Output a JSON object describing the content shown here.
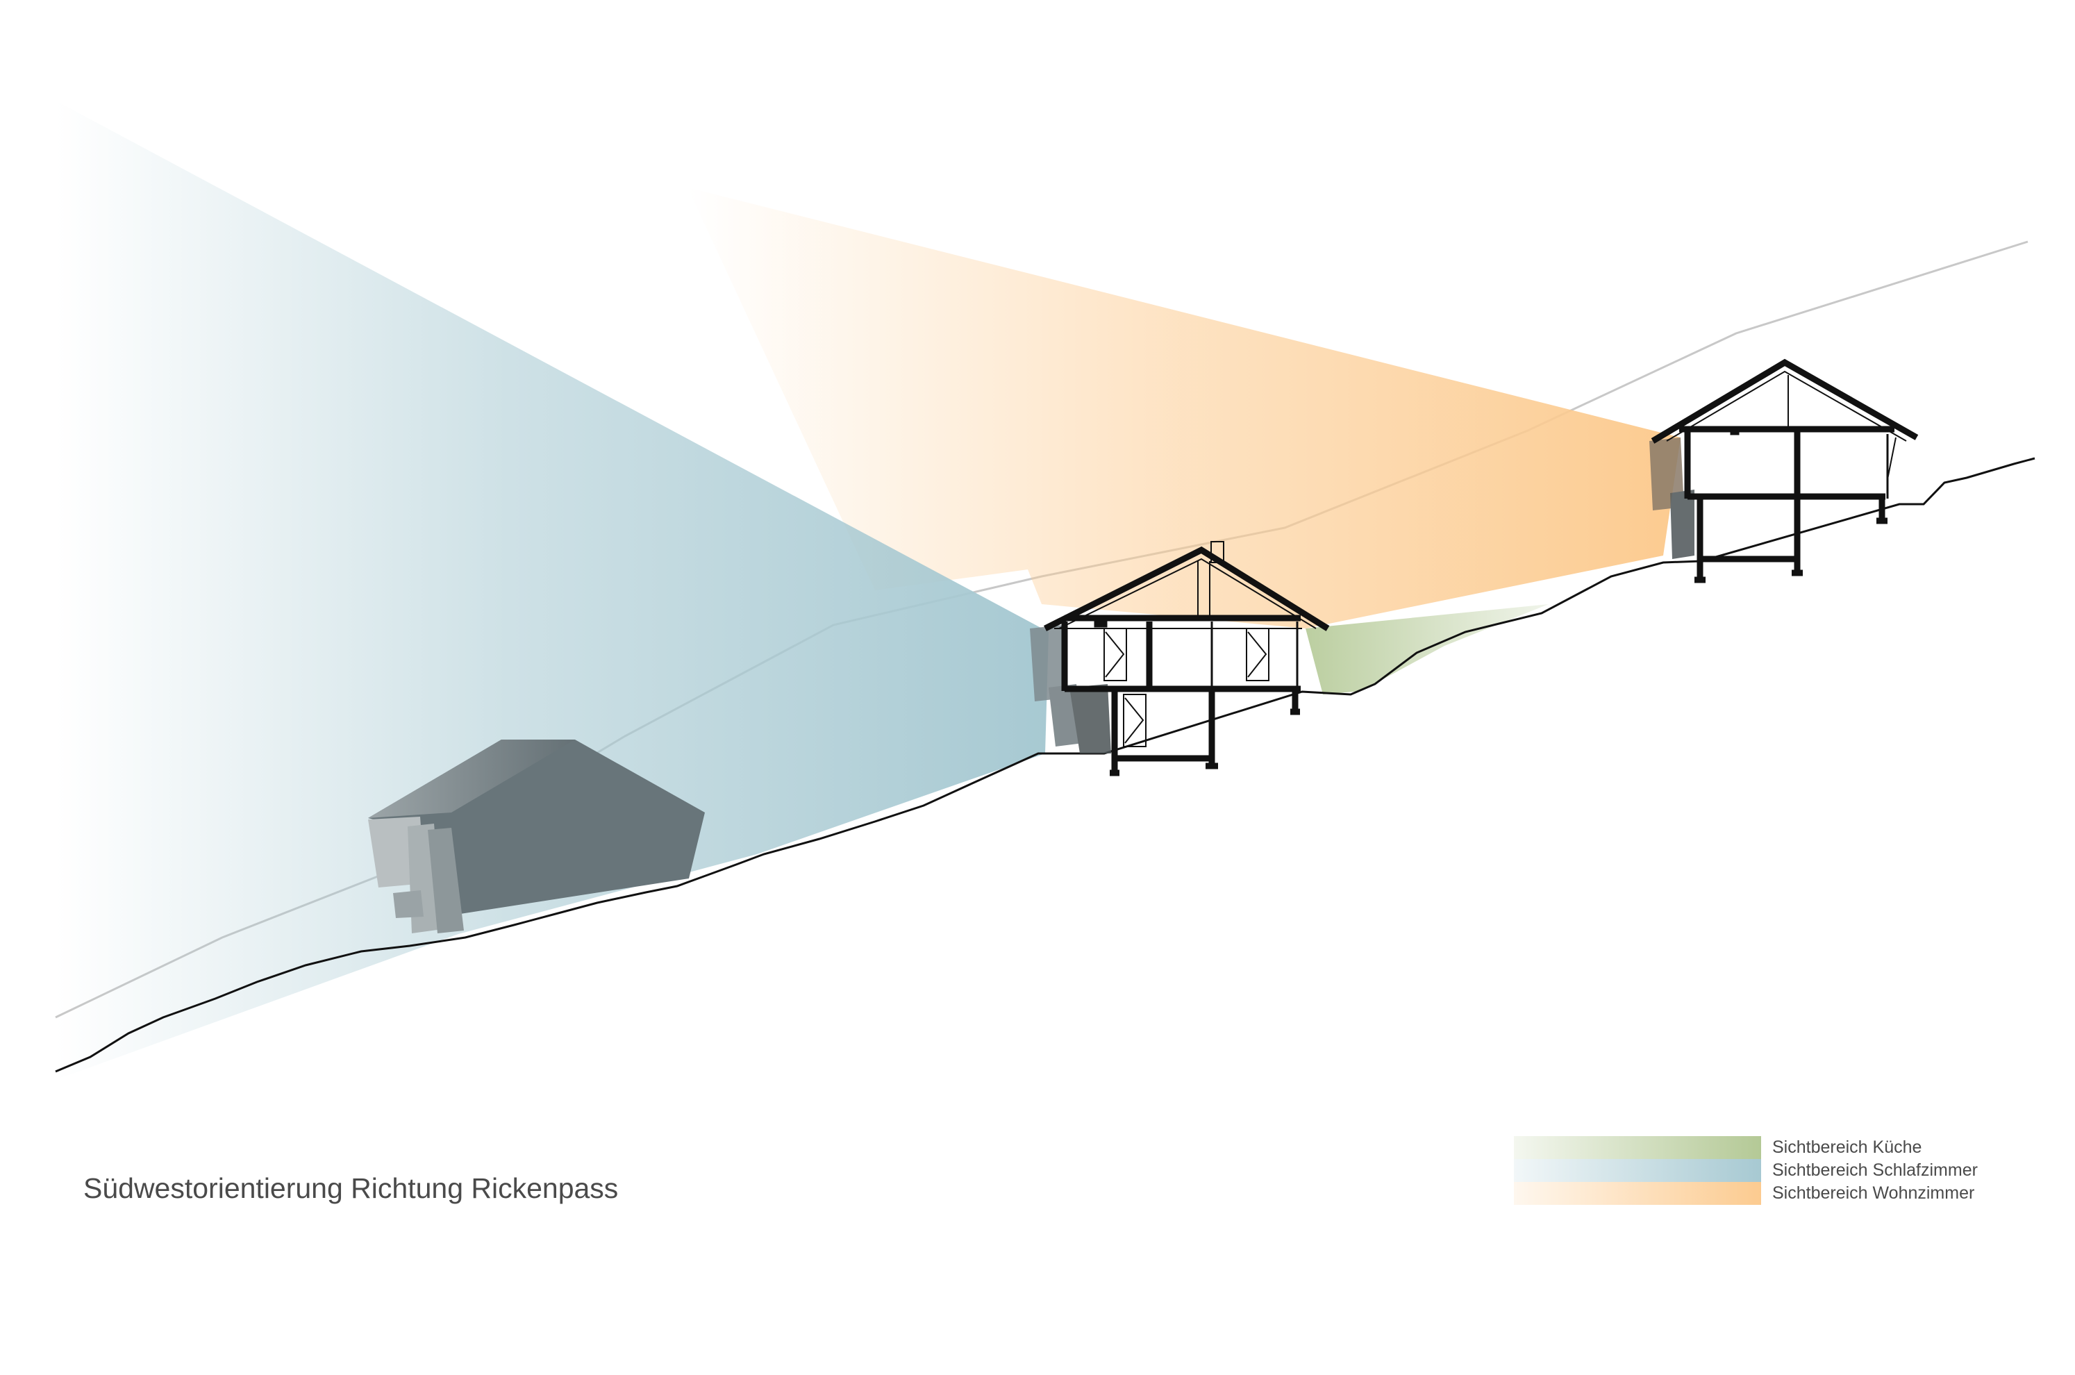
{
  "caption": "Südwestorientierung Richtung Rickenpass",
  "legend": [
    {
      "label": "Sichtbereich Küche",
      "color": "#b4c996"
    },
    {
      "label": "Sichtbereich Schlafzimmer",
      "color": "#a7c9d2"
    },
    {
      "label": "Sichtbereich Wohnzimmer",
      "color": "#fccb90"
    }
  ],
  "colors": {
    "terrain": "#111111",
    "horizon": "#c8c8c8",
    "neighbor_house": "#68757a",
    "section_walls": "#111111"
  }
}
